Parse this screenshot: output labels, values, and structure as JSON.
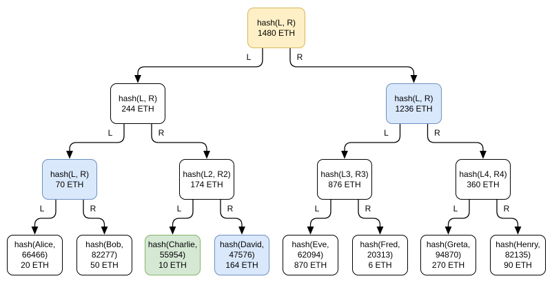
{
  "diagram": {
    "title": "merkle-tree",
    "colors": {
      "yellow": {
        "fill": "#ffefc6",
        "border": "#d6b656"
      },
      "blue": {
        "fill": "#dae8fc",
        "border": "#6c8ebf"
      },
      "green": {
        "fill": "#d5e8d4",
        "border": "#82b366"
      },
      "white": {
        "fill": "#ffffff",
        "border": "#000000"
      },
      "edge": "#000000"
    },
    "nodes": [
      {
        "id": "root",
        "hash": "hash(L, R)",
        "amount": "1480 ETH",
        "color": "yellow"
      },
      {
        "id": "n-left",
        "hash": "hash(L, R)",
        "amount": "244 ETH",
        "color": "white"
      },
      {
        "id": "n-right",
        "hash": "hash(L, R)",
        "amount": "1236 ETH",
        "color": "blue"
      },
      {
        "id": "n-ll",
        "hash": "hash(L, R)",
        "amount": "70 ETH",
        "color": "blue"
      },
      {
        "id": "n-lr",
        "hash": "hash(L2, R2)",
        "amount": "174 ETH",
        "color": "white"
      },
      {
        "id": "n-rl",
        "hash": "hash(L3, R3)",
        "amount": "876 ETH",
        "color": "white"
      },
      {
        "id": "n-rr",
        "hash": "hash(L4, R4)",
        "amount": "360 ETH",
        "color": "white"
      },
      {
        "id": "leaf-alice",
        "hash": "hash(Alice, 66466)",
        "amount": "20 ETH",
        "color": "white"
      },
      {
        "id": "leaf-bob",
        "hash": "hash(Bob, 82277)",
        "amount": "50 ETH",
        "color": "white"
      },
      {
        "id": "leaf-charlie",
        "hash": "hash(Charlie, 55954)",
        "amount": "10 ETH",
        "color": "green"
      },
      {
        "id": "leaf-david",
        "hash": "hash(David, 47576)",
        "amount": "164 ETH",
        "color": "blue"
      },
      {
        "id": "leaf-eve",
        "hash": "hash(Eve, 62094)",
        "amount": "870 ETH",
        "color": "white"
      },
      {
        "id": "leaf-fred",
        "hash": "hash(Fred, 20313)",
        "amount": "6 ETH",
        "color": "white"
      },
      {
        "id": "leaf-greta",
        "hash": "hash(Greta, 94870)",
        "amount": "270 ETH",
        "color": "white"
      },
      {
        "id": "leaf-henry",
        "hash": "hash(Henry, 82135)",
        "amount": "90 ETH",
        "color": "white"
      }
    ],
    "edges": [
      {
        "from": "root",
        "to": "n-left",
        "label": "L"
      },
      {
        "from": "root",
        "to": "n-right",
        "label": "R"
      },
      {
        "from": "n-left",
        "to": "n-ll",
        "label": "L"
      },
      {
        "from": "n-left",
        "to": "n-lr",
        "label": "R"
      },
      {
        "from": "n-right",
        "to": "n-rl",
        "label": "L"
      },
      {
        "from": "n-right",
        "to": "n-rr",
        "label": "R"
      },
      {
        "from": "n-ll",
        "to": "leaf-alice",
        "label": "L"
      },
      {
        "from": "n-ll",
        "to": "leaf-bob",
        "label": "R"
      },
      {
        "from": "n-lr",
        "to": "leaf-charlie",
        "label": "L"
      },
      {
        "from": "n-lr",
        "to": "leaf-david",
        "label": "R"
      },
      {
        "from": "n-rl",
        "to": "leaf-eve",
        "label": "L"
      },
      {
        "from": "n-rl",
        "to": "leaf-fred",
        "label": "R"
      },
      {
        "from": "n-rr",
        "to": "leaf-greta",
        "label": "L"
      },
      {
        "from": "n-rr",
        "to": "leaf-henry",
        "label": "R"
      }
    ]
  }
}
